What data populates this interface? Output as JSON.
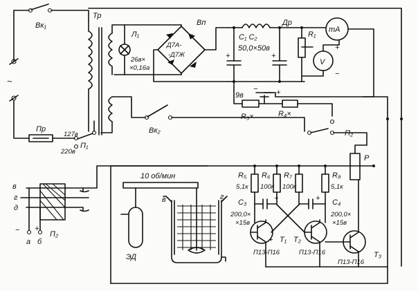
{
  "labels": {
    "vk1": "Вк₁",
    "tr": "Тр",
    "l1": "Л₁",
    "lamp_rating_1": "26в×",
    "lamp_rating_2": "×0,16а",
    "vp": "Вп",
    "diode_1": "Д7А-",
    "diode_2": "-Д7Ж",
    "c1c2": "C₁ C₂",
    "cap_rating": "50,0×50в",
    "dr": "Др",
    "r1": "R₁",
    "ma": "mA",
    "voltmeter": "V",
    "ac_symbol": "~",
    "pr": "Пр",
    "v127": "127в",
    "v220": "220в",
    "p1": "П₁",
    "vk2": "Вк₂",
    "v9": "9в",
    "r3": "R₃×",
    "r4": "R₄×",
    "p2_top": "П₂",
    "rpm": "10 об/мин",
    "term_v_left": "в",
    "term_g_left": "г",
    "term_d_left": "д",
    "term_a": "а",
    "term_b": "б",
    "p2_bottom": "П₂",
    "ed": "ЭД",
    "term_v_mid": "в",
    "term_g_mid": "г",
    "r5": "R₅",
    "r5_val": "5,1к",
    "r6": "R₆",
    "r6_val": "100к",
    "r7": "R₇",
    "r7_val": "100к",
    "r8": "R₈",
    "r8_val": "5,1к",
    "relay": "Р",
    "c3": "C₃",
    "c3_val_1": "200,0×",
    "c3_val_2": "×15в",
    "c4": "C₄",
    "c4_val_1": "200,0×",
    "c4_val_2": "×15в",
    "t1": "T₁",
    "t2": "T₂",
    "t3": "T₃",
    "tr_type_1": "П13-П16",
    "tr_type_2": "П13-П16",
    "tr_type_3": "П13-П16"
  }
}
